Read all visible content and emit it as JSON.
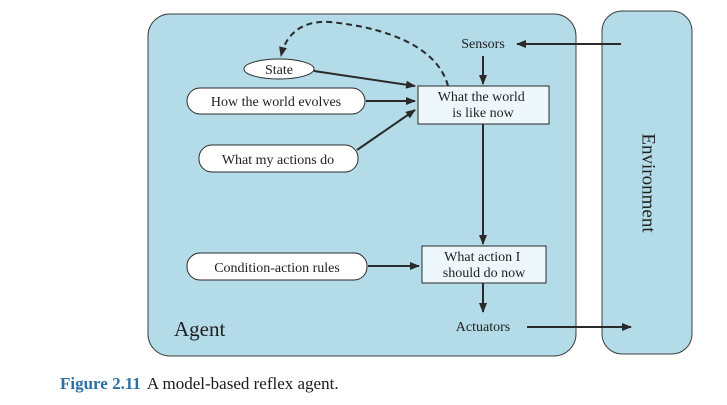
{
  "diagram": {
    "agent_label": "Agent",
    "environment_label": "Environment",
    "sensors_label": "Sensors",
    "actuators_label": "Actuators",
    "ovals": {
      "state": "State",
      "world_evolves": "How the world evolves",
      "my_actions": "What my actions do",
      "rules": "Condition-action rules"
    },
    "boxes": {
      "world_now": [
        "What the world",
        "is like now"
      ],
      "action_now": [
        "What action I",
        "should do now"
      ]
    }
  },
  "caption": {
    "figure_number": "Figure 2.11",
    "text": "A model-based reflex agent."
  },
  "colors": {
    "panel_fill": "#b3dbe8",
    "box_fill": "#eef7fb",
    "caption_accent": "#2a6fa5",
    "line": "#2a2a2a"
  }
}
